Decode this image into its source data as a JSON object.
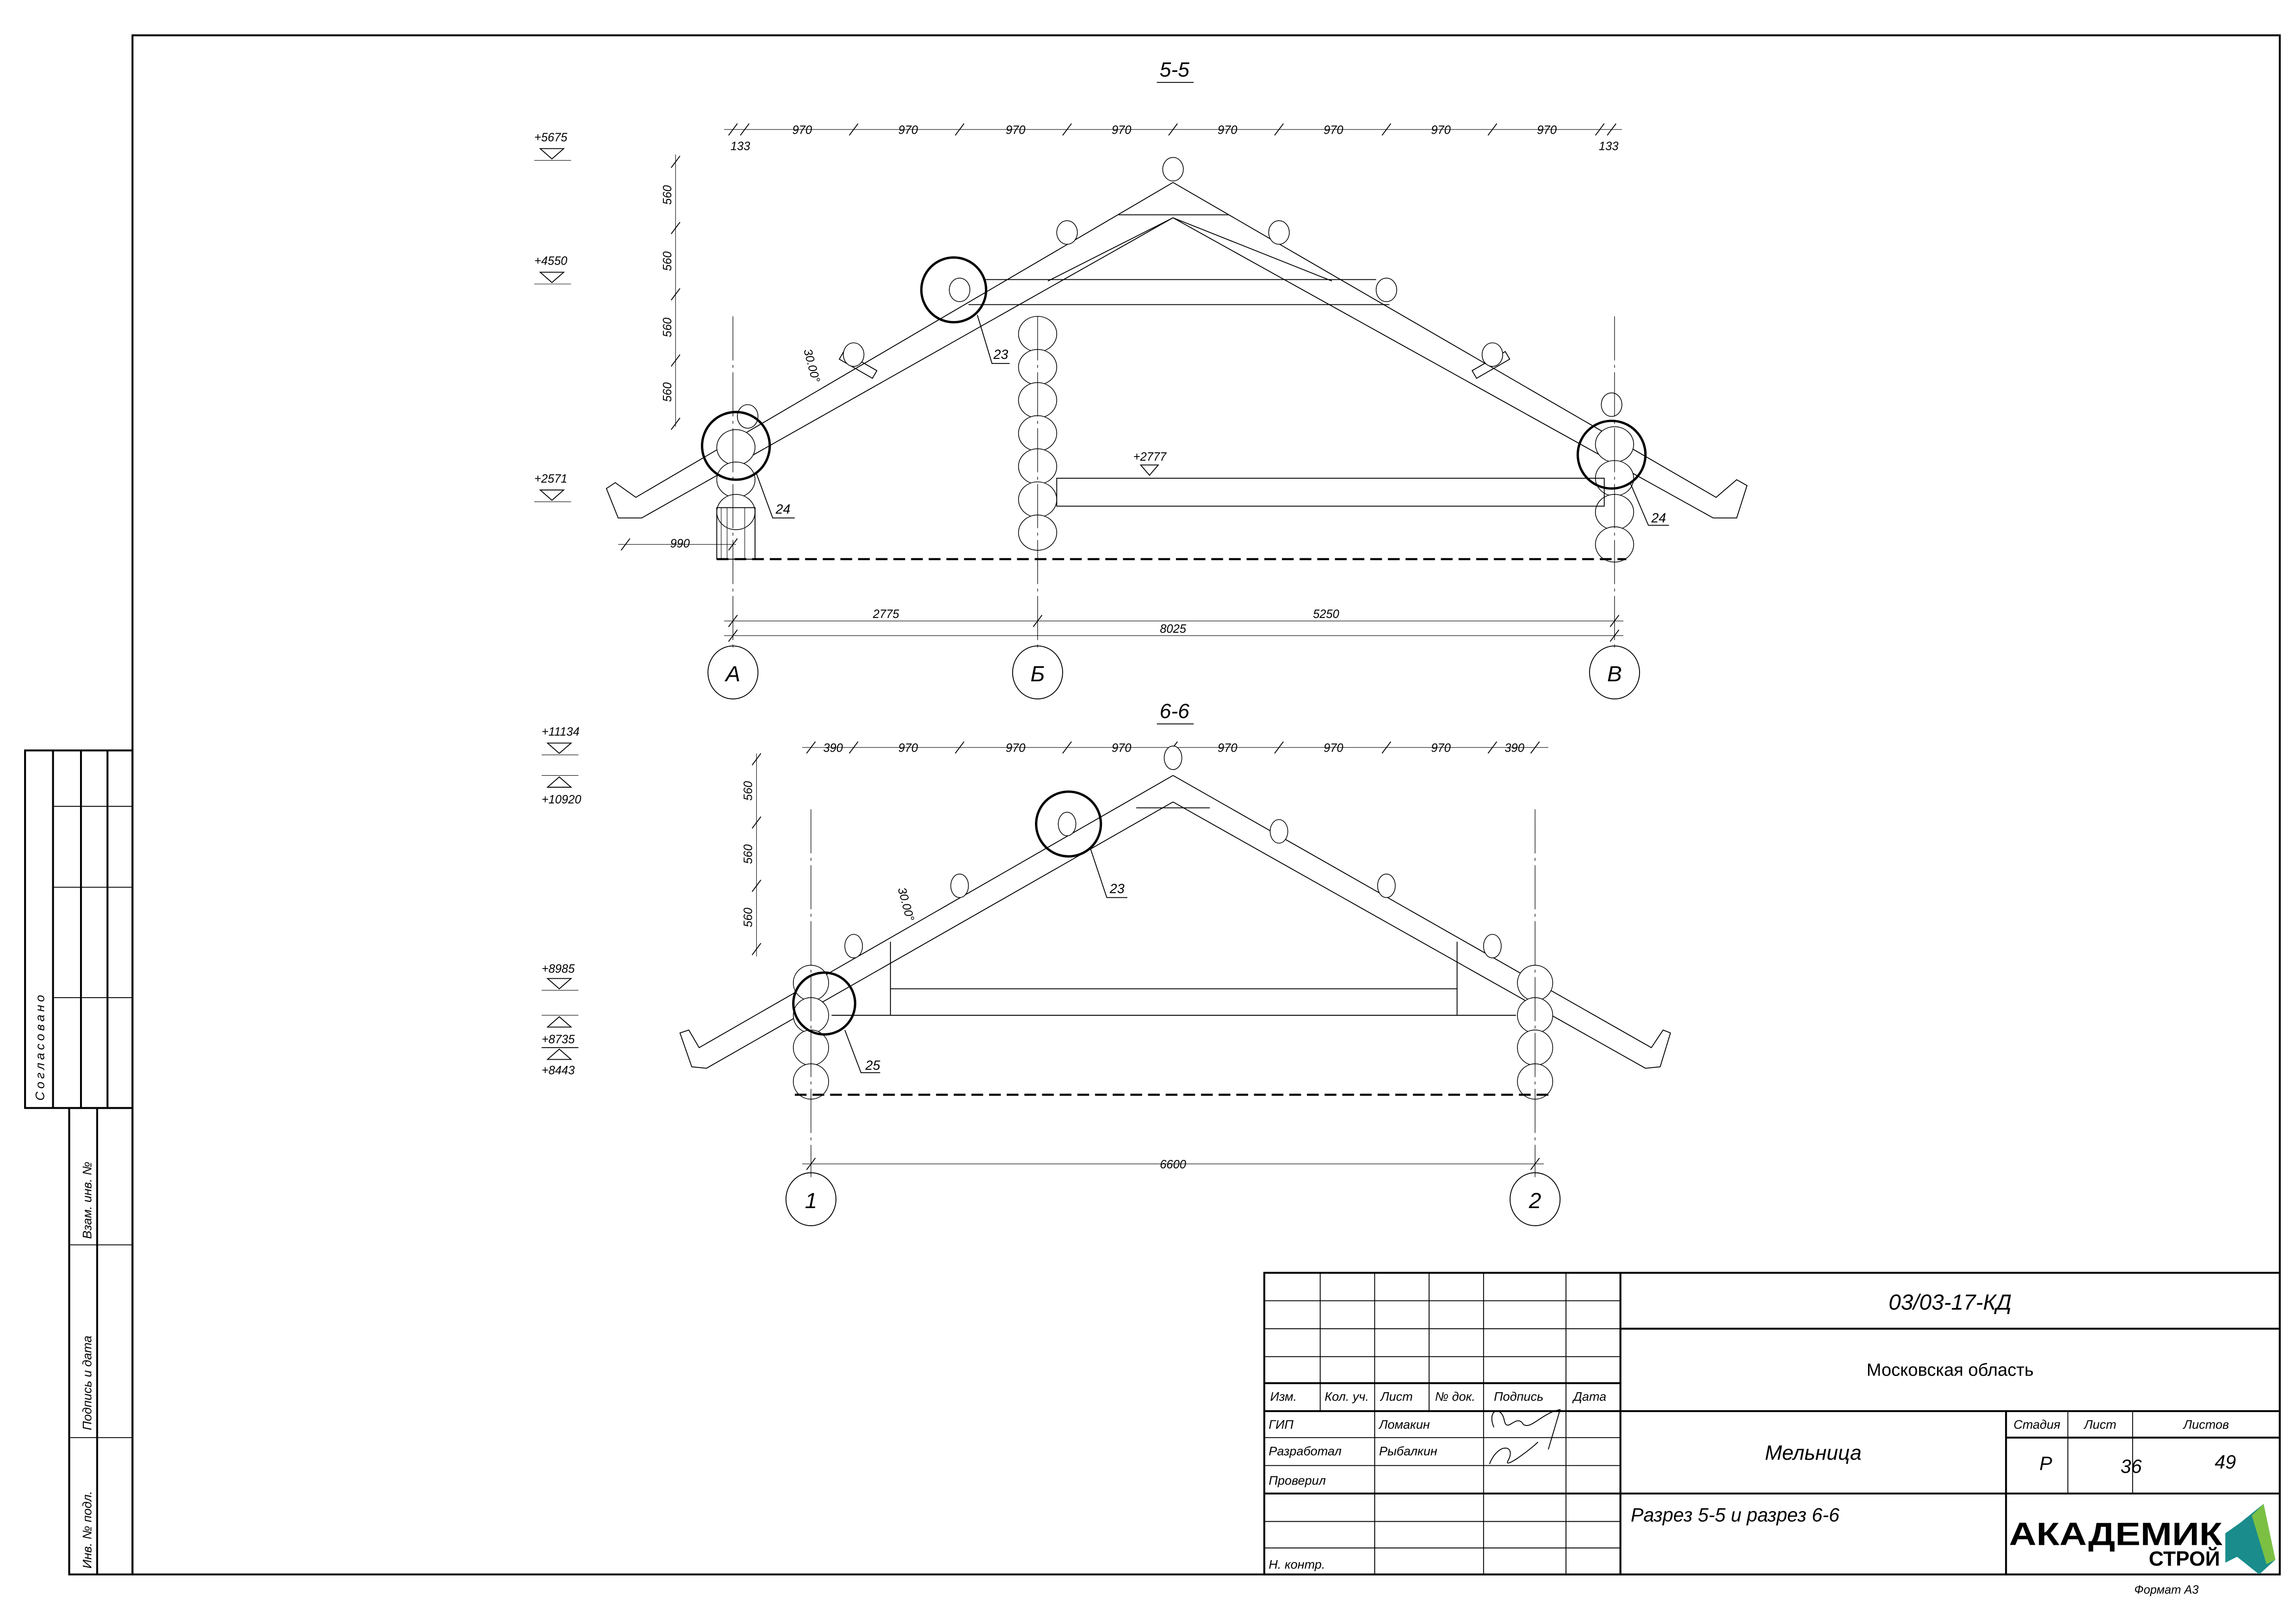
{
  "section_5_5": {
    "title": "5-5",
    "top_dims": [
      "133",
      "970",
      "970",
      "970",
      "970",
      "970",
      "970",
      "970",
      "970",
      "133"
    ],
    "vert_dims": [
      "560",
      "560",
      "560",
      "560"
    ],
    "levels": [
      "+5675",
      "+4550",
      "+2571"
    ],
    "floor_level": "+2777",
    "angle": "30.00°",
    "callouts": [
      "23",
      "24",
      "24"
    ],
    "overhang": "990",
    "bottom_dims": {
      "a_b": "2775",
      "b_v": "5250",
      "total": "8025"
    },
    "axes": [
      "А",
      "Б",
      "В"
    ]
  },
  "section_6_6": {
    "title": "6-6",
    "top_dims": [
      "390",
      "970",
      "970",
      "970",
      "970",
      "970",
      "970",
      "390"
    ],
    "vert_dims": [
      "560",
      "560",
      "560"
    ],
    "levels": [
      "+11134",
      "+10920",
      "+8985",
      "+8735",
      "+8443"
    ],
    "angle": "30.00°",
    "callouts": [
      "23",
      "25"
    ],
    "bottom_dim": "6600",
    "axes": [
      "1",
      "2"
    ]
  },
  "side_stamp": {
    "agreed": "Согласовано",
    "replace_inv": "Взам. инв. №",
    "sign_date": "Подпись и дата",
    "inv_orig": "Инв. № подл."
  },
  "title_block": {
    "code": "03/03-17-КД",
    "region": "Московская область",
    "object": "Мельница",
    "sheet_title": "Разрез 5-5 и разрез 6-6",
    "headers": [
      "Изм.",
      "Кол. уч.",
      "Лист",
      "№ док.",
      "Подпись",
      "Дата"
    ],
    "roles": [
      {
        "role": "ГИП",
        "name": "Ломакин"
      },
      {
        "role": "Разработал",
        "name": "Рыбалкин"
      },
      {
        "role": "Проверил",
        "name": ""
      },
      {
        "role": "Н. контр.",
        "name": ""
      }
    ],
    "stage_label": "Стадия",
    "sheet_label": "Лист",
    "sheets_label": "Листов",
    "stage": "Р",
    "sheet": "36",
    "sheets": "49",
    "format": "Формат А3",
    "logo": {
      "line1": "АКАДЕМИК",
      "line2": "СТРОЙ",
      "green": "#5BB146",
      "teal": "#1A8C8C"
    }
  }
}
